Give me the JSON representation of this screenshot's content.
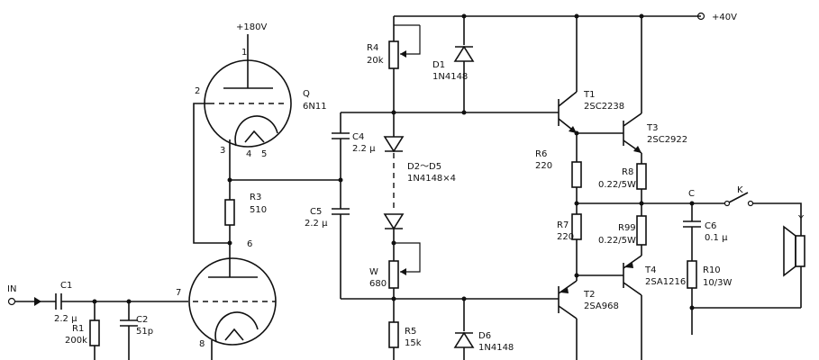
{
  "labels": {
    "v180": "+180V",
    "v40": "+40V",
    "in": "IN",
    "q": "Q",
    "q_part": "6N11",
    "pin1": "1",
    "pin2": "2",
    "pin3": "3",
    "pin4": "4",
    "pin5": "5",
    "pin6": "6",
    "pin7": "7",
    "pin8": "8",
    "r1": "R1",
    "r1_val": "200k",
    "r3": "R3",
    "r3_val": "510",
    "r4": "R4",
    "r4_val": "20k",
    "r5": "R5",
    "r5_val": "15k",
    "r6": "R6",
    "r6_val": "220",
    "r7": "R7",
    "r7_val": "220",
    "r8": "R8",
    "r8_val": "0.22/5W",
    "r99": "R99",
    "r99_val": "0.22/5W",
    "r10": "R10",
    "r10_val": "10/3W",
    "w": "W",
    "w_val": "680",
    "c1": "C1",
    "c1_val": "2.2 μ",
    "c2": "C2",
    "c2_val": "51p",
    "c4": "C4",
    "c4_val": "2.2 μ",
    "c5": "C5",
    "c5_val": "2.2 μ",
    "c6": "C6",
    "c6_val": "0.1 μ",
    "d1": "D1",
    "d1_part": "1N4148",
    "d25": "D2～D5",
    "d25_part": "1N4148×4",
    "d6": "D6",
    "d6_part": "1N4148",
    "t1": "T1",
    "t1_part": "2SC2238",
    "t2": "T2",
    "t2_part": "2SA968",
    "t3": "T3",
    "t3_part": "2SC2922",
    "t4": "T4",
    "t4_part": "2SA1216",
    "node_c": "C",
    "k": "K",
    "y": "Y"
  }
}
